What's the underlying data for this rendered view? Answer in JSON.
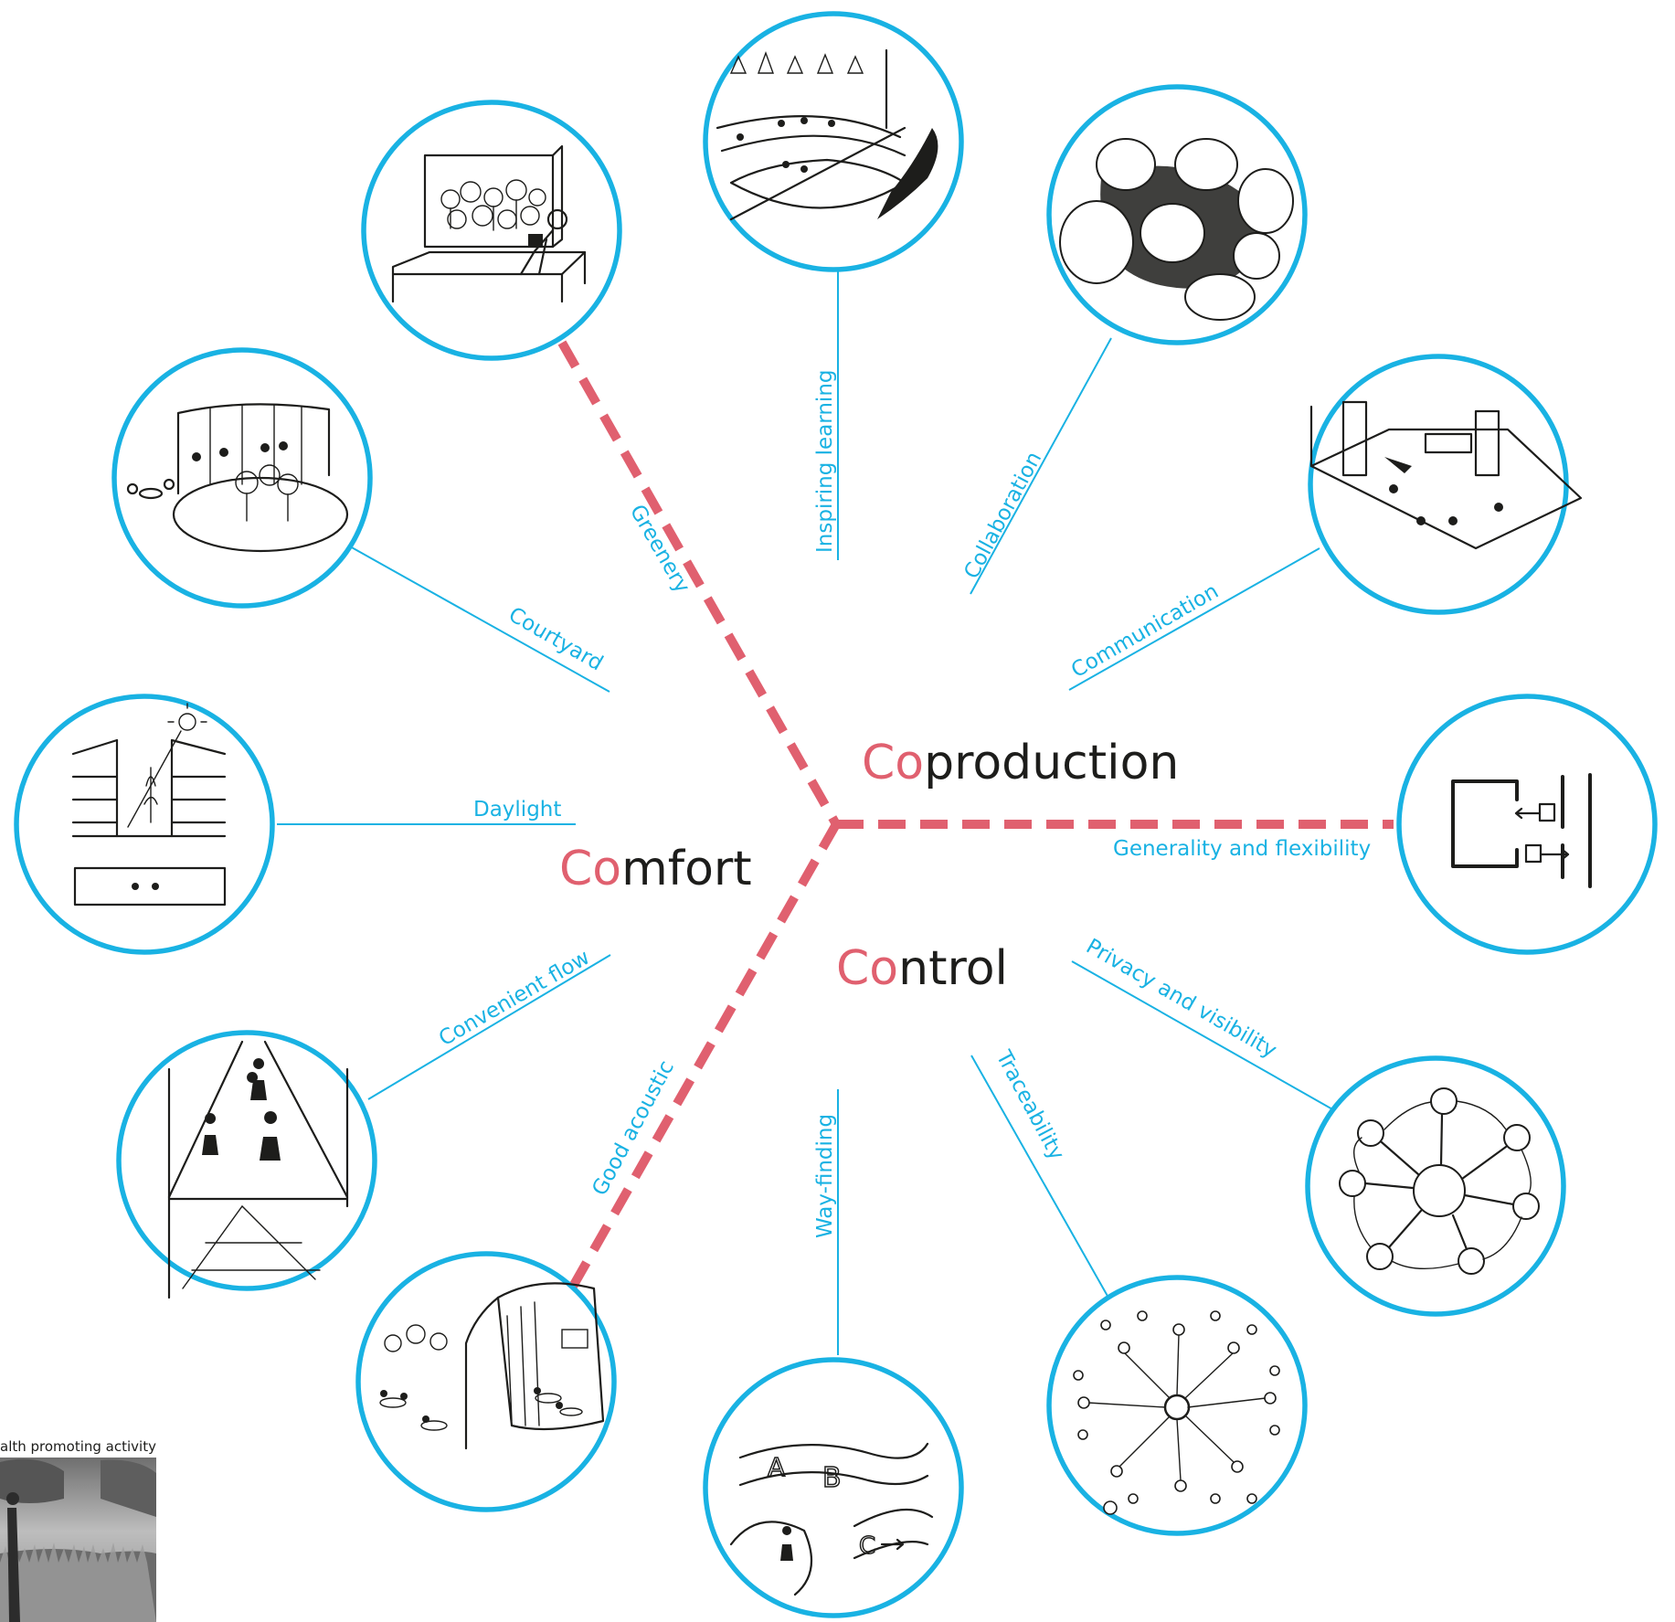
{
  "center_labels": {
    "coproduction": {
      "prefix": "Co",
      "rest": "production"
    },
    "comfort": {
      "prefix": "Co",
      "rest": "mfort"
    },
    "control": {
      "prefix": "Co",
      "rest": "ntrol"
    }
  },
  "topics": {
    "greenery": "Greenery",
    "inspiring_learning": "Inspiring learning",
    "collaboration": "Collaboration",
    "communication": "Communication",
    "courtyard": "Courtyard",
    "daylight": "Daylight",
    "generality_flexibility": "Generality and flexibility",
    "convenient_flow": "Convenient flow",
    "privacy_visibility": "Privacy and visibility",
    "good_acoustic": "Good acoustic",
    "way_finding": "Way-finding",
    "traceability": "Traceability"
  },
  "corner_caption": "alth promoting activity",
  "colors": {
    "ring": "#19b2e3",
    "label": "#19b2e3",
    "accent": "#e0606f",
    "ink": "#1d1d1b"
  },
  "icons": [
    "reading-nook-sketch-icon",
    "amphitheater-sketch-icon",
    "cluster-rooms-sketch-icon",
    "meeting-space-sketch-icon",
    "courtyard-sketch-icon",
    "daylight-section-sketch-icon",
    "flexible-plan-sketch-icon",
    "corridor-flow-sketch-icon",
    "network-circles-sketch-icon",
    "acoustic-rooms-sketch-icon",
    "wayfinding-abc-sketch-icon",
    "tree-network-sketch-icon",
    "nature-photo-icon"
  ]
}
